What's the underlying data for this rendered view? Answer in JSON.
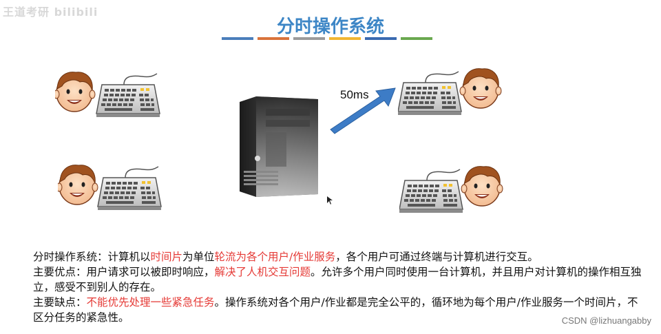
{
  "watermark": "王道考研 bilibili",
  "slide": {
    "title": "分时操作系统",
    "title_bar_colors": [
      "#4a7ebb",
      "#d9733b",
      "#9b9b9b",
      "#f2b632",
      "#3a6ab0",
      "#6aa84f"
    ],
    "arrow_label": "50ms"
  },
  "description": {
    "line1_a": "分时操作系统：计算机以",
    "line1_hl1": "时间片",
    "line1_b": "为单位",
    "line1_hl2": "轮流为各个用户/作业服务",
    "line1_c": "，各个用户可通过终端与计算机进行交互。",
    "line2_a": "主要优点：用户请求可以被即时响应，",
    "line2_hl": "解决了人机交互问题",
    "line2_b": "。允许多个用户同时使用一台计算机，并且用户对计算机的操作相互独立，感受不到别人的存在。",
    "line3_a": "主要缺点：",
    "line3_hl": "不能优先处理一些紧急任务",
    "line3_b": "。操作系统对各个用户/作业都是完全公平的，循环地为每个用户/作业服务一个时间片，不区分任务的紧急性。"
  },
  "credit": "CSDN @lizhuangabby",
  "colors": {
    "title": "#3d86c6",
    "highlight": "#e53935",
    "arrow": "#3d7cc6"
  }
}
